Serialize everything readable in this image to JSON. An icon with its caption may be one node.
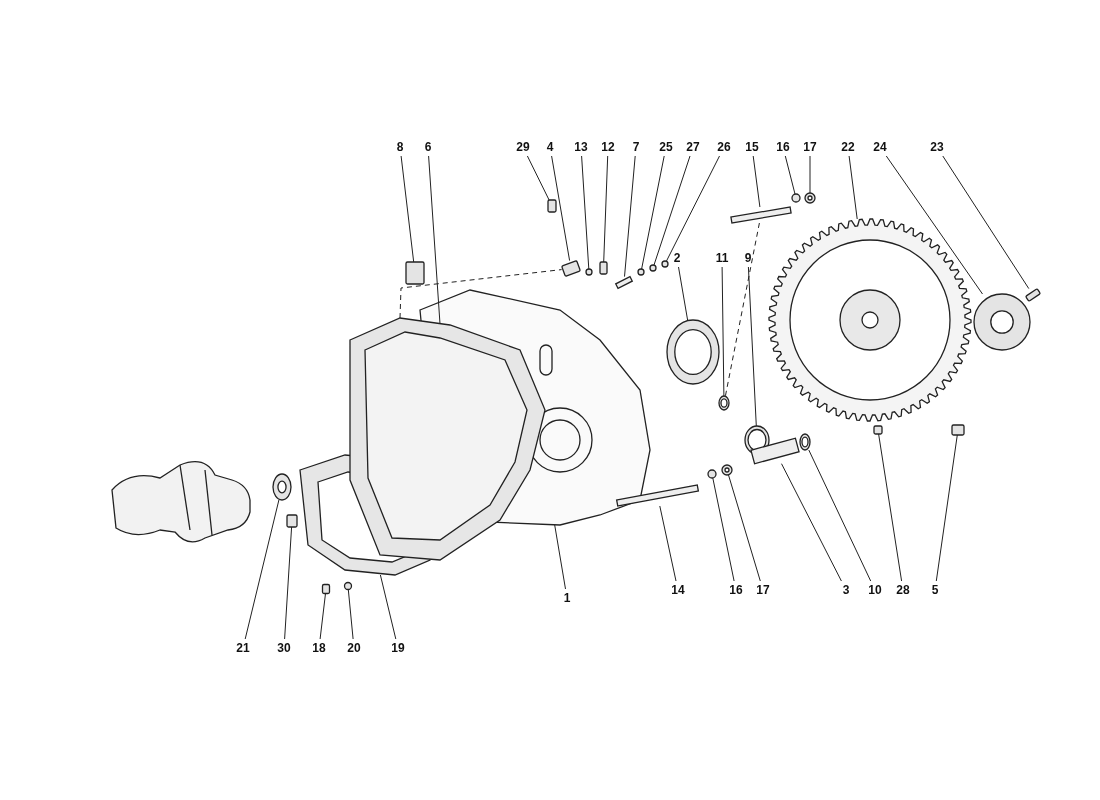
{
  "diagram": {
    "nodes": [
      {
        "text": [
          "8"
        ]
      },
      {
        "text": [
          "6"
        ]
      },
      {
        "text": [
          "29"
        ]
      },
      {
        "text": [
          "4"
        ]
      },
      {
        "text": [
          "13"
        ]
      },
      {
        "text": [
          "12"
        ]
      },
      {
        "text": [
          "7"
        ]
      },
      {
        "text": [
          "25"
        ]
      },
      {
        "text": [
          "27"
        ]
      },
      {
        "text": [
          "26"
        ]
      },
      {
        "text": [
          "15"
        ]
      },
      {
        "text": [
          "16"
        ]
      },
      {
        "text": [
          "17"
        ]
      },
      {
        "text": [
          "22"
        ]
      },
      {
        "text": [
          "24"
        ]
      },
      {
        "text": [
          "23"
        ]
      },
      {
        "text": [
          "2"
        ]
      },
      {
        "text": [
          "11"
        ]
      },
      {
        "text": [
          "9"
        ]
      },
      {
        "text": [
          "1"
        ]
      },
      {
        "text": [
          "14"
        ]
      },
      {
        "text": [
          "16"
        ]
      },
      {
        "text": [
          "17"
        ]
      },
      {
        "text": [
          "3"
        ]
      },
      {
        "text": [
          "10"
        ]
      },
      {
        "text": [
          "28"
        ]
      },
      {
        "text": [
          "5"
        ]
      },
      {
        "text": [
          "21"
        ]
      },
      {
        "text": [
          "30"
        ]
      },
      {
        "text": [
          "18"
        ]
      },
      {
        "text": [
          "20"
        ]
      },
      {
        "text": [
          "19"
        ]
      },
      {
        "text": [],
        "shape": "circle"
      },
      {
        "text": [],
        "shape": "picture"
      },
      {
        "text": [],
        "shape": "box"
      },
      {
        "text": [],
        "shape": "box"
      },
      {
        "text": [],
        "shape": "circle"
      },
      {
        "text": [],
        "shape": "picture"
      },
      {
        "text": [],
        "shape": "box"
      },
      {
        "text": [],
        "shape": "picture"
      },
      {
        "text": [],
        "shape": "box"
      },
      {
        "text": [],
        "shape": "box"
      },
      {
        "text": [],
        "shape": "circle"
      },
      {
        "text": [],
        "shape": "box"
      },
      {
        "text": [],
        "shape": "bar"
      },
      {
        "text": [],
        "shape": "circle"
      },
      {
        "text": [],
        "shape": "circle"
      },
      {
        "text": [],
        "shape": "circle"
      },
      {
        "text": [],
        "shape": "bar"
      },
      {
        "text": [],
        "shape": "circle"
      },
      {
        "text": [],
        "shape": "circle"
      },
      {
        "text": [],
        "shape": "circle"
      },
      {
        "text": [],
        "shape": "circle"
      },
      {
        "text": [],
        "shape": "bar"
      },
      {
        "text": [],
        "shape": "circle"
      },
      {
        "text": [],
        "shape": "circle"
      },
      {
        "text": [],
        "shape": "bar"
      },
      {
        "text": [],
        "shape": "circle"
      },
      {
        "text": [],
        "shape": "circle"
      },
      {
        "text": [],
        "shape": "picture"
      },
      {
        "text": [],
        "shape": "box"
      },
      {
        "text": [],
        "shape": "box"
      },
      {
        "text": [],
        "shape": "circle"
      },
      {
        "text": [],
        "shape": "box"
      }
    ],
    "edges": [
      {
        "from": 0,
        "to": 38,
        "arrow": "none"
      },
      {
        "from": 1,
        "to": 37,
        "arrow": "none"
      },
      {
        "from": 2,
        "to": 40,
        "arrow": "none"
      },
      {
        "from": 3,
        "to": 41,
        "arrow": "none"
      },
      {
        "from": 4,
        "to": 42,
        "arrow": "none"
      },
      {
        "from": 5,
        "to": 43,
        "arrow": "none"
      },
      {
        "from": 6,
        "to": 44,
        "arrow": "none"
      },
      {
        "from": 7,
        "to": 45,
        "arrow": "none"
      },
      {
        "from": 8,
        "to": 46,
        "arrow": "none"
      },
      {
        "from": 9,
        "to": 47,
        "arrow": "none"
      },
      {
        "from": 10,
        "to": 53,
        "arrow": "none"
      },
      {
        "from": 11,
        "to": 55,
        "arrow": "none"
      },
      {
        "from": 12,
        "to": 57,
        "arrow": "none"
      },
      {
        "from": 13,
        "to": 59,
        "arrow": "none"
      },
      {
        "from": 14,
        "to": 62,
        "arrow": "none"
      },
      {
        "from": 15,
        "to": 63,
        "arrow": "none"
      },
      {
        "from": 16,
        "to": 49,
        "arrow": "none"
      },
      {
        "from": 17,
        "to": 52,
        "arrow": "none"
      },
      {
        "from": 18,
        "to": 54,
        "arrow": "none"
      },
      {
        "from": 19,
        "to": 39,
        "arrow": "none"
      },
      {
        "from": 20,
        "to": 48,
        "arrow": "none"
      },
      {
        "from": 21,
        "to": 50,
        "arrow": "none"
      },
      {
        "from": 22,
        "to": 51,
        "arrow": "none"
      },
      {
        "from": 23,
        "to": 56,
        "arrow": "none"
      },
      {
        "from": 24,
        "to": 58,
        "arrow": "none"
      },
      {
        "from": 25,
        "to": 60,
        "arrow": "none"
      },
      {
        "from": 26,
        "to": 61,
        "arrow": "none"
      },
      {
        "from": 27,
        "to": 32,
        "arrow": "none"
      },
      {
        "from": 28,
        "to": 34,
        "arrow": "none"
      },
      {
        "from": 29,
        "to": 35,
        "arrow": "none"
      },
      {
        "from": 30,
        "to": 36,
        "arrow": "none"
      },
      {
        "from": 31,
        "to": 33,
        "arrow": "none"
      },
      {
        "from": 37,
        "to": 41,
        "arrow": "none",
        "style": "dashed"
      },
      {
        "from": 53,
        "to": 52,
        "arrow": "none",
        "style": "dashed"
      }
    ]
  }
}
